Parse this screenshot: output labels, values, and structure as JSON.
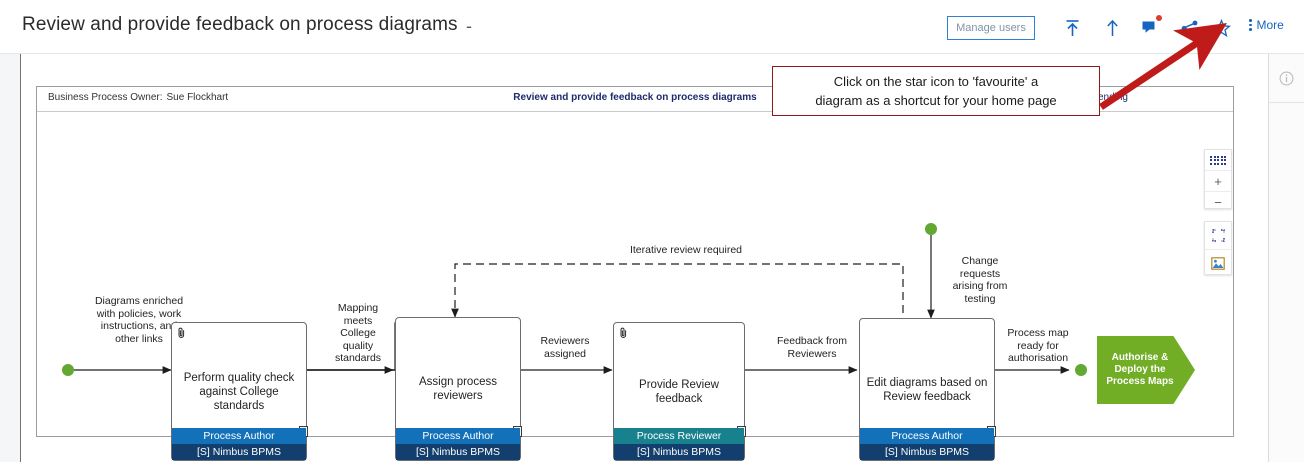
{
  "header": {
    "title": "Review and provide feedback on process diagrams",
    "title_suffix": "-",
    "manage_users_label": "Manage users",
    "more_label": "More",
    "icons": {
      "export": "export-to-top-icon",
      "up": "up-arrow-icon",
      "comment": "comment-icon",
      "share": "share-icon",
      "star": "star-icon",
      "kebab": "kebab-menu-icon"
    },
    "accent_blue": "#1565c0",
    "badge_color": "#e03b2f"
  },
  "callout": {
    "line1": "Click on the star icon to 'favourite' a",
    "line2": "diagram as a shortcut for your home page",
    "border_color": "#8b1a1a",
    "arrow_color": "#c01b1b"
  },
  "diagram_header": {
    "owner_label": "Business Process Owner:",
    "owner_name": "Sue Flockhart",
    "title": "Review and provide feedback on process diagrams",
    "status": "Update Pending"
  },
  "controls": {
    "zoom_grid": "grid-dots-icon",
    "zoom_in": "+",
    "zoom_out": "−",
    "fit_screen": "fit-to-screen-icon",
    "image_view": "image-view-icon",
    "info": "info-icon"
  },
  "chart_data": {
    "type": "diagram",
    "title": "Review and provide feedback on process diagrams",
    "nodes": [
      {
        "id": "start-1",
        "kind": "start-event",
        "label": "",
        "color": "#63a833"
      },
      {
        "id": "n1",
        "kind": "task",
        "label": "Perform quality check against College standards",
        "role": "Process Author",
        "role_color": "#1271b8",
        "system": "[S] Nimbus BPMS",
        "system_color": "#133f6e",
        "has_attachment": true,
        "has_document": true
      },
      {
        "id": "n2",
        "kind": "task",
        "label": "Assign process reviewers",
        "role": "Process Author",
        "role_color": "#1271b8",
        "system": "[S] Nimbus BPMS",
        "system_color": "#133f6e",
        "has_attachment": false,
        "has_document": true
      },
      {
        "id": "n3",
        "kind": "task",
        "label": "Provide Review feedback",
        "role": "Process Reviewer",
        "role_color": "#17818e",
        "system": "[S] Nimbus BPMS",
        "system_color": "#133f6e",
        "has_attachment": true,
        "has_document": true
      },
      {
        "id": "n4",
        "kind": "task",
        "label": "Edit diagrams based on Review feedback",
        "role": "Process Author",
        "role_color": "#1271b8",
        "system": "[S] Nimbus BPMS",
        "system_color": "#133f6e",
        "has_attachment": false,
        "has_document": true
      },
      {
        "id": "start-2",
        "kind": "start-event",
        "label": "",
        "color": "#63a833"
      },
      {
        "id": "end-1",
        "kind": "end-event",
        "label": "",
        "color": "#63a833"
      },
      {
        "id": "chev",
        "kind": "off-page-link",
        "label": "Authorise & Deploy the Process Maps",
        "color": "#71ad25"
      }
    ],
    "edges": [
      {
        "from": "start-1",
        "to": "n1",
        "label": "Diagrams enriched with policies, work instructions, and other links",
        "style": "solid"
      },
      {
        "from": "n1",
        "to": "n2",
        "label": "Mapping meets College quality standards",
        "style": "solid"
      },
      {
        "from": "n2",
        "to": "n3",
        "label": "Reviewers assigned",
        "style": "solid"
      },
      {
        "from": "n3",
        "to": "n4",
        "label": "Feedback from Reviewers",
        "style": "solid"
      },
      {
        "from": "n4",
        "to": "n2",
        "label": "Iterative review required",
        "style": "dashed"
      },
      {
        "from": "start-2",
        "to": "n4",
        "label": "Change requests arising from testing",
        "style": "solid"
      },
      {
        "from": "n4",
        "to": "chev",
        "label": "Process map ready for authorisation",
        "style": "solid"
      }
    ]
  }
}
